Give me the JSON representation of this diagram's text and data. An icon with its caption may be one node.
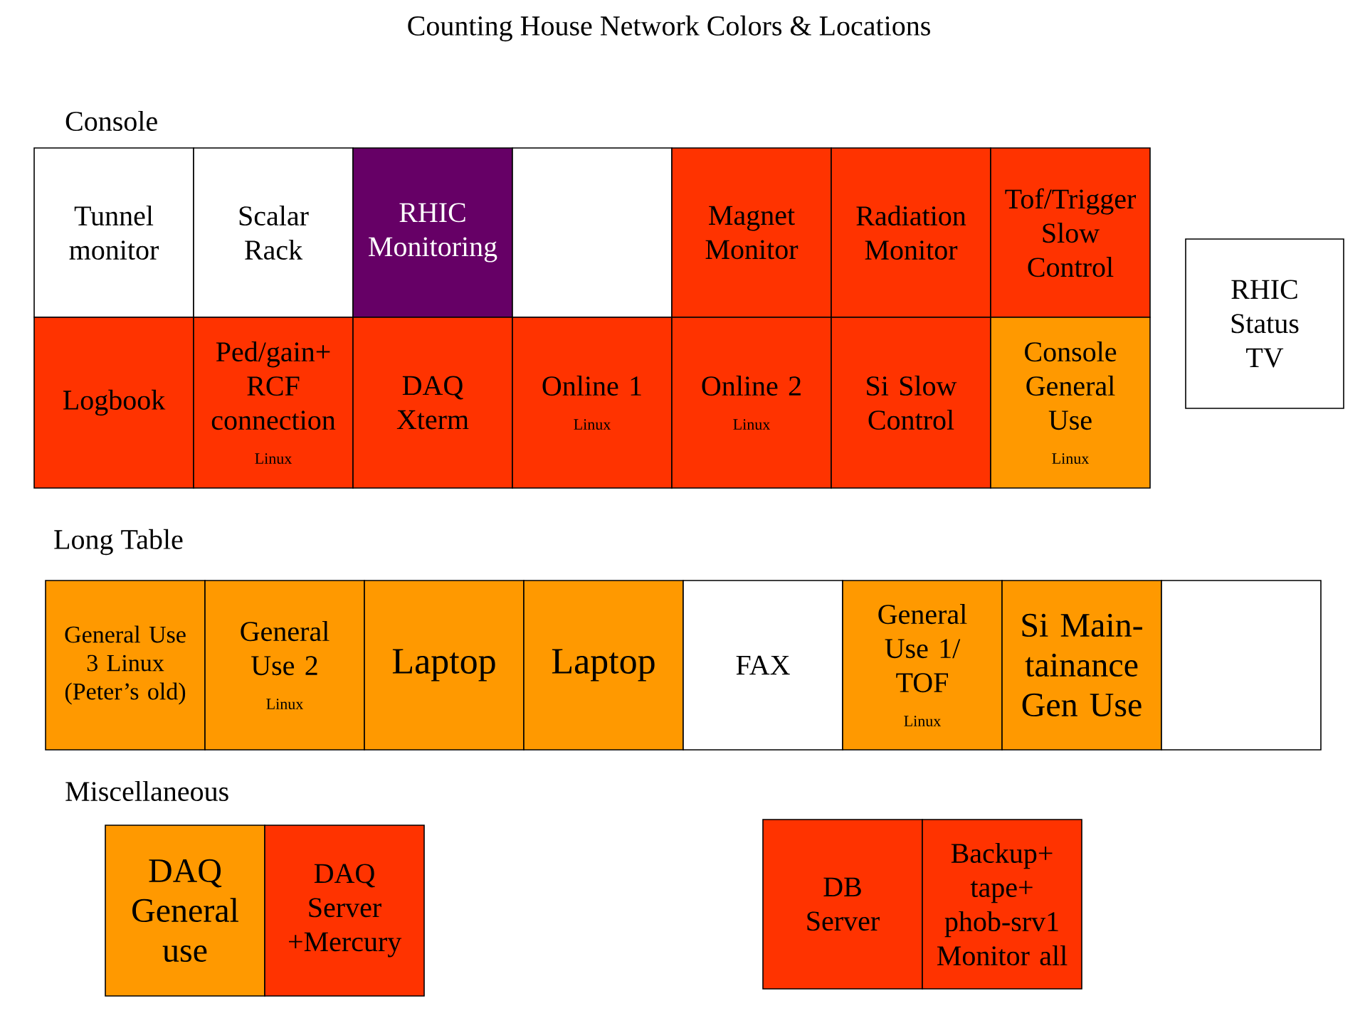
{
  "diagram": {
    "title": "Counting House Network Colors & Locations",
    "nodes": [
      {
        "text": [
          "Tunnel monitor"
        ]
      },
      {
        "text": [
          "Scalar Rack"
        ]
      },
      {
        "text": [
          "RHIC Monitoring"
        ]
      },
      {
        "text": [],
        "shape": "box"
      },
      {
        "text": [
          "Magnet Monitor"
        ]
      },
      {
        "text": [
          "Radiation Monitor"
        ]
      },
      {
        "text": [
          "Tof/Trigger Slow Control"
        ]
      },
      {
        "text": [
          "RHIC Status TV"
        ]
      },
      {
        "text": [
          "Logbook"
        ]
      },
      {
        "text": [
          "Ped/gain+ RCF connection",
          "Linux"
        ]
      },
      {
        "text": [
          "DAQ Xterm"
        ]
      },
      {
        "text": [
          "Online 1",
          "Linux"
        ]
      },
      {
        "text": [
          "Online 2",
          "Linux"
        ]
      },
      {
        "text": [
          "Si Slow Control"
        ]
      },
      {
        "text": [
          "Console General Use",
          "Linux"
        ]
      },
      {
        "text": [
          "General Use 3 Linux (Peter’s old)"
        ]
      },
      {
        "text": [
          "General Use 2",
          "Linux"
        ]
      },
      {
        "text": [
          "Laptop"
        ]
      },
      {
        "text": [
          "Laptop"
        ]
      },
      {
        "text": [
          "FAX"
        ]
      },
      {
        "text": [
          "General Use 1/ TOF",
          "Linux"
        ]
      },
      {
        "text": [
          "Si Main-tainance Gen Use"
        ]
      },
      {
        "text": [],
        "shape": "box"
      },
      {
        "text": [
          "DAQ General use"
        ]
      },
      {
        "text": [
          "DAQ Server +Mercury"
        ]
      },
      {
        "text": [
          "DB Server"
        ]
      },
      {
        "text": [
          "Backup+ tape+ phob-srv1 Monitor all"
        ]
      }
    ],
    "labels": [
      "Console",
      "Long Table",
      "Miscellaneous"
    ]
  }
}
